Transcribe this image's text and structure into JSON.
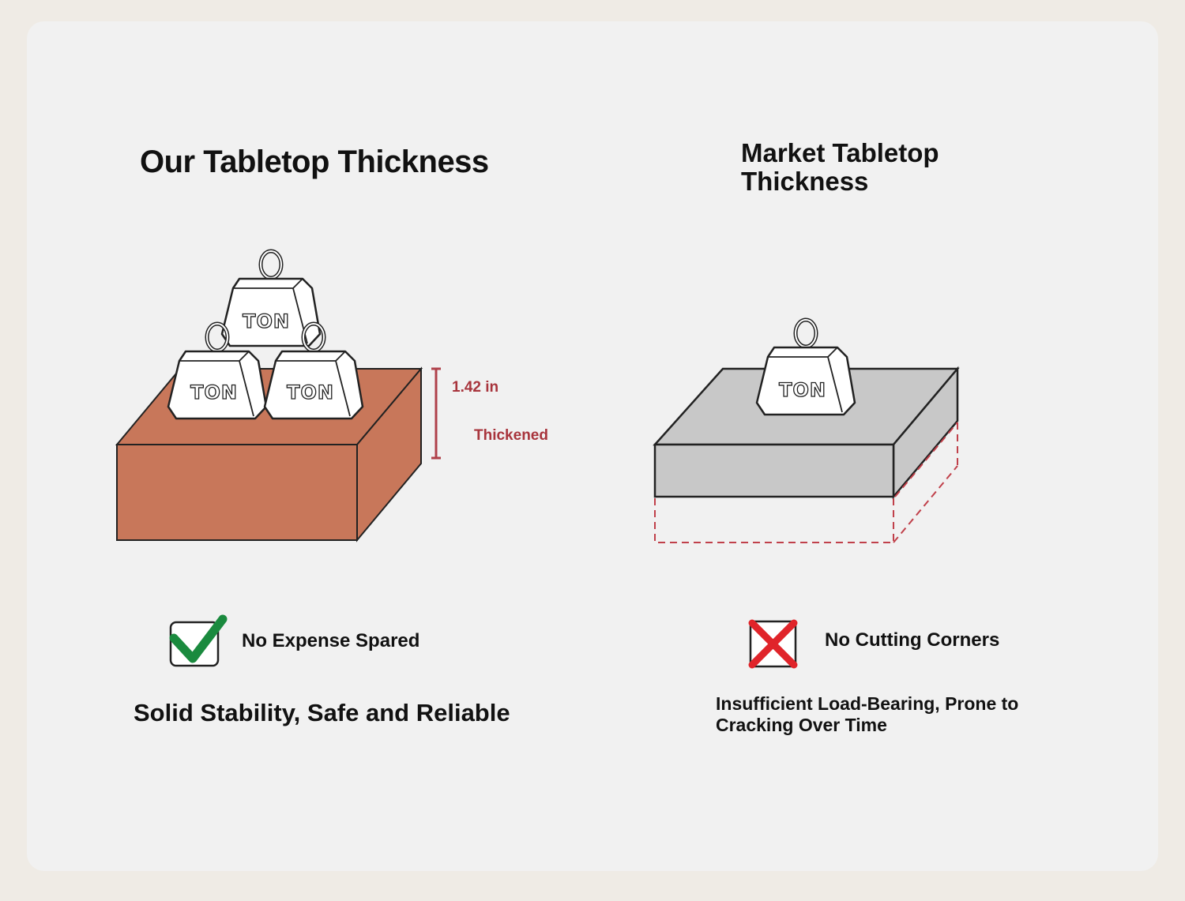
{
  "left": {
    "title": "Our Tabletop Thickness",
    "measurement": "1.42 in",
    "measurement_label": "Thickened",
    "feature": "No Expense Spared",
    "feature_icon": "check-icon",
    "description": "Solid Stability, Safe and Reliable",
    "tabletop_color": "#c8775a"
  },
  "right": {
    "title": "Market Tabletop Thickness",
    "feature": "No Cutting Corners",
    "feature_icon": "cross-icon",
    "description": "Insufficient Load-Bearing, Prone to Cracking Over Time",
    "tabletop_color": "#c8c8c8"
  },
  "weight_label": "TON",
  "colors": {
    "accent_red": "#a8343c",
    "check_green": "#1a8a3e",
    "cross_red": "#e0242a"
  }
}
